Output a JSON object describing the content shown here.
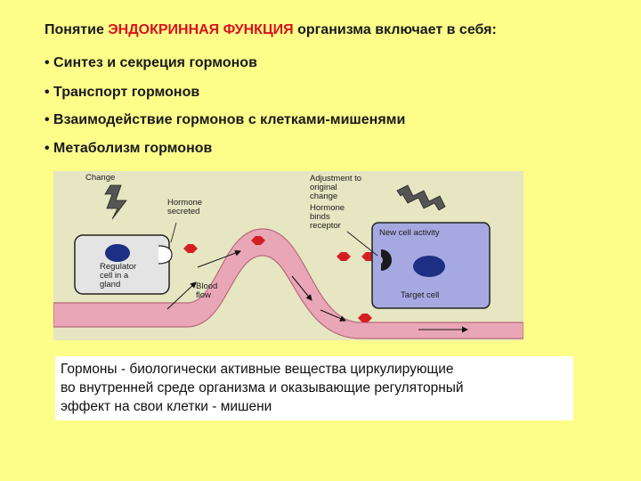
{
  "heading": {
    "prefix": "Понятие ",
    "highlight": "ЭНДОКРИННАЯ ФУНКЦИЯ",
    "suffix": " организма включает в себя:",
    "highlight_color": "#d8121f"
  },
  "bullets": [
    "• Синтез и секреция гормонов",
    "• Транспорт гормонов",
    "• Взаимодействие гормонов с клетками-мишенями",
    "• Метаболизм гормонов"
  ],
  "diagram": {
    "labels": {
      "change": "Change",
      "hormone_secreted": [
        "Hormone",
        "secreted"
      ],
      "regulator_cell": [
        "Regulator",
        "cell in a",
        "gland"
      ],
      "blood_flow": [
        "Blood",
        "flow"
      ],
      "adjustment": [
        "Adjustment to",
        "original",
        "change"
      ],
      "hormone_binds": [
        "Hormone",
        "binds",
        "receptor"
      ],
      "new_cell_activity": "New cell activity",
      "target_cell": "Target cell"
    },
    "colors": {
      "background": "#e6e6c2",
      "blood_vessel": "#e9a6b6",
      "hormone": "#d41f22",
      "regulator_cell": "#e4e4e4",
      "target_cell": "#a6a9e1",
      "nucleus": "#1c2f82",
      "zigzag": "#555555"
    }
  },
  "definition": [
    "Гормоны - биологически активные вещества циркулирующие",
    "во внутренней среде организма и оказывающие регуляторный",
    "эффект на свои клетки - мишени"
  ]
}
